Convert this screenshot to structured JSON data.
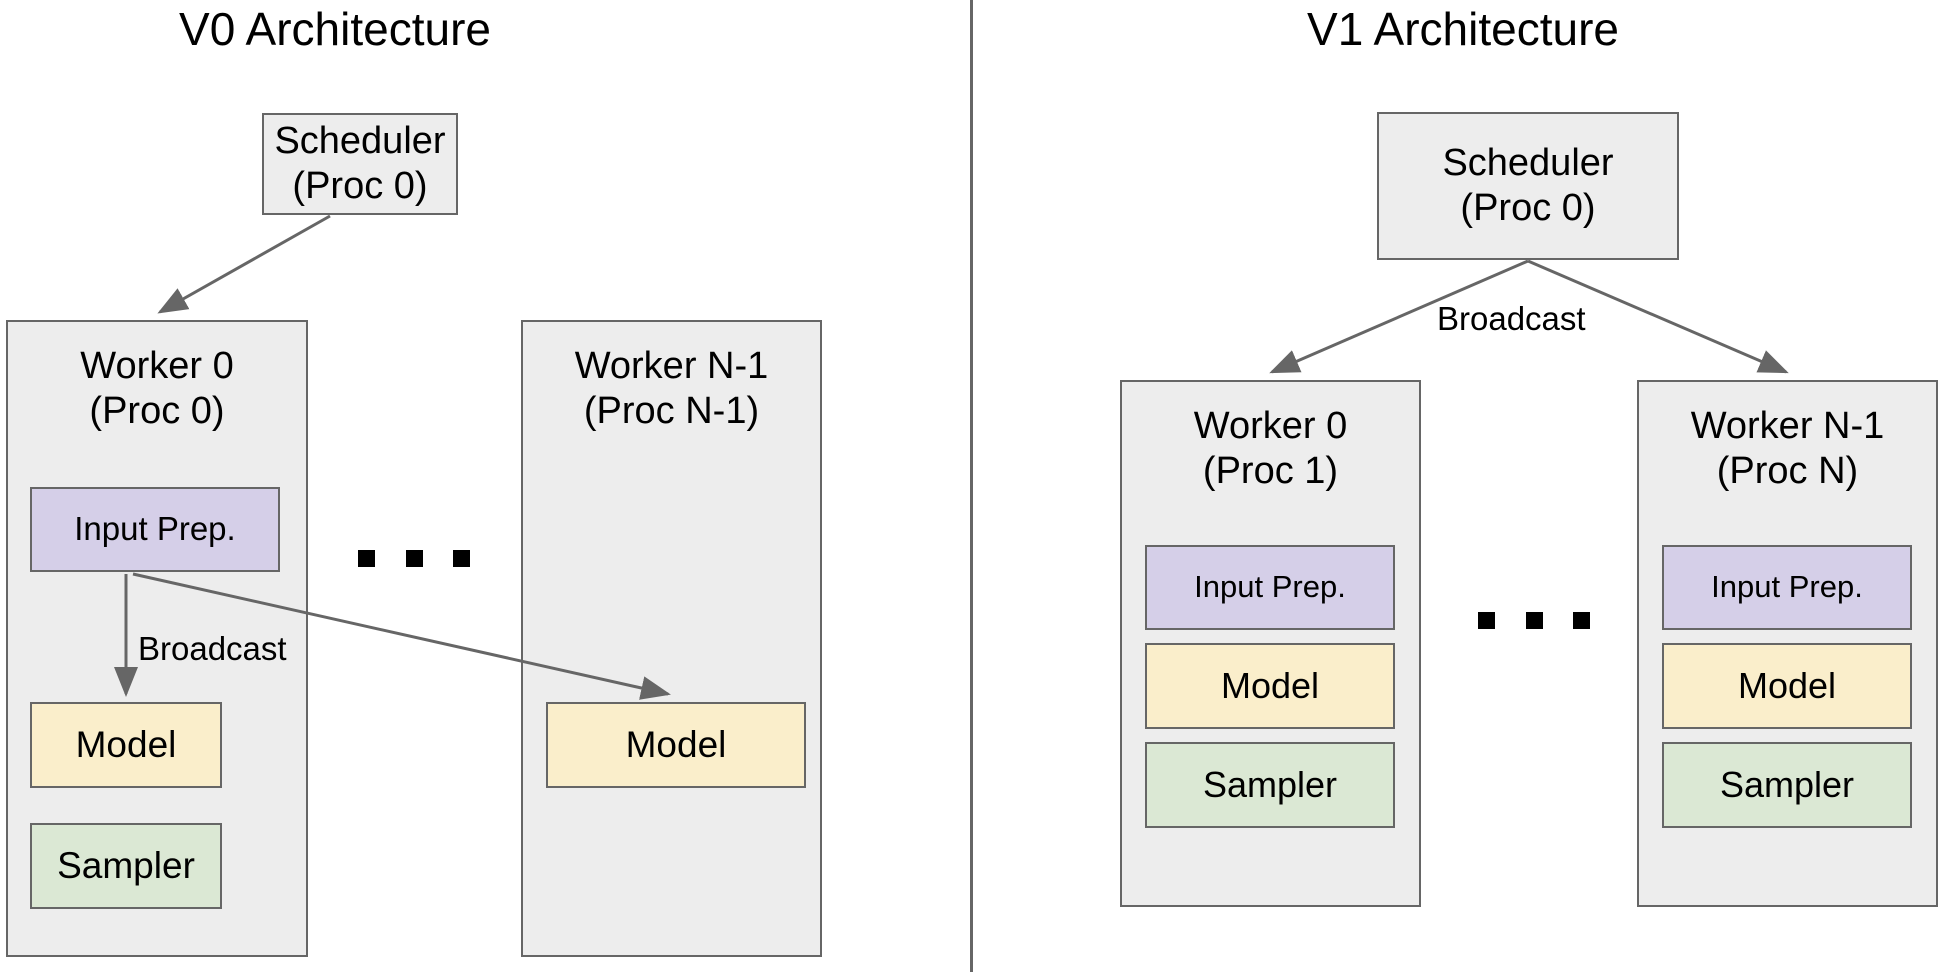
{
  "figure": {
    "background": "#ffffff",
    "divider_color": "#666666",
    "box_border_color": "#666666",
    "group_fill": "#ededed",
    "input_prep_fill": "#d5cfe8",
    "model_fill": "#faeecb",
    "sampler_fill": "#dbe8d4",
    "arrow_color": "#666666",
    "ellipsis": "..."
  },
  "panels": [
    {
      "id": "v0",
      "title": "V0 Architecture",
      "scheduler": {
        "label": "Scheduler\n(Proc 0)"
      },
      "edge_label": "Broadcast",
      "workers": [
        {
          "title": "Worker 0\n(Proc 0)",
          "components": [
            {
              "name": "Input Prep.",
              "color": "#d5cfe8"
            },
            {
              "name": "Model",
              "color": "#faeecb"
            },
            {
              "name": "Sampler",
              "color": "#dbe8d4"
            }
          ]
        },
        {
          "title": "Worker N-1\n(Proc N-1)",
          "components": [
            {
              "name": "Model",
              "color": "#faeecb"
            }
          ]
        }
      ]
    },
    {
      "id": "v1",
      "title": "V1 Architecture",
      "scheduler": {
        "label": "Scheduler\n(Proc 0)"
      },
      "edge_label": "Broadcast",
      "workers": [
        {
          "title": "Worker 0\n(Proc 1)",
          "components": [
            {
              "name": "Input Prep.",
              "color": "#d5cfe8"
            },
            {
              "name": "Model",
              "color": "#faeecb"
            },
            {
              "name": "Sampler",
              "color": "#dbe8d4"
            }
          ]
        },
        {
          "title": "Worker N-1\n(Proc N)",
          "components": [
            {
              "name": "Input Prep.",
              "color": "#d5cfe8"
            },
            {
              "name": "Model",
              "color": "#faeecb"
            },
            {
              "name": "Sampler",
              "color": "#dbe8d4"
            }
          ]
        }
      ]
    }
  ]
}
